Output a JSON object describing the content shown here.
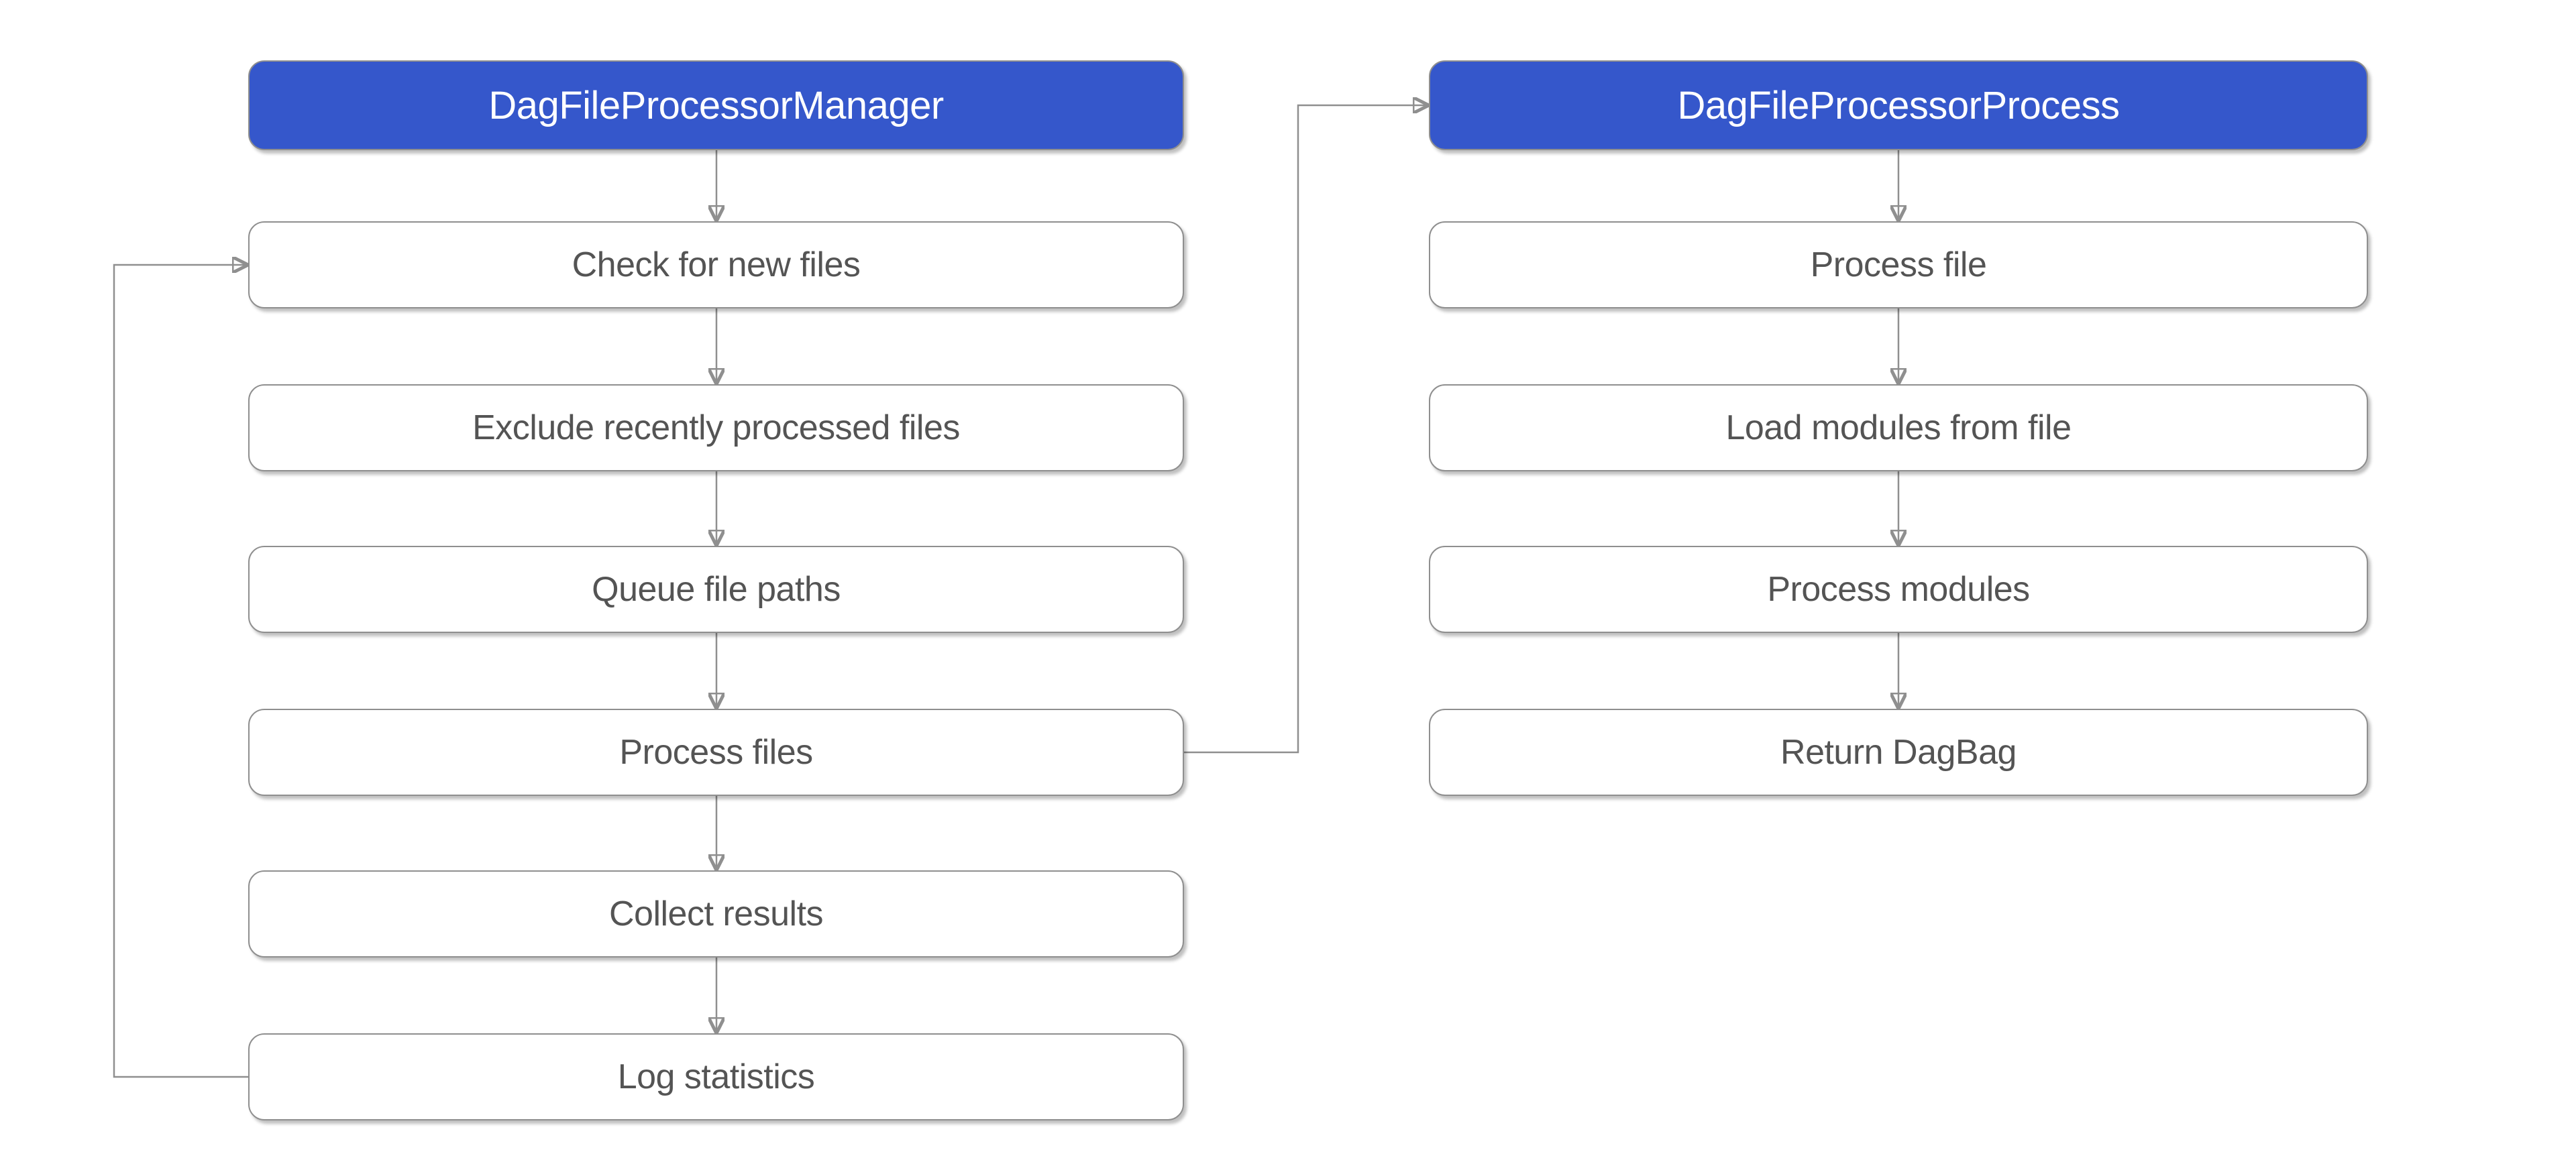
{
  "diagram": {
    "colors": {
      "accent": "#3557CB",
      "line": "#8F8F8F",
      "node_border": "#8F8F8F",
      "text": "#545454",
      "header_text": "#FFFFFF",
      "background": "#FFFFFF"
    },
    "manager": {
      "header": "DagFileProcessorManager",
      "steps": [
        "Check for new files",
        "Exclude recently processed files",
        "Queue file paths",
        "Process files",
        "Collect results",
        "Log statistics"
      ]
    },
    "processor": {
      "header": "DagFileProcessorProcess",
      "steps": [
        "Process file",
        "Load modules from file",
        "Process modules",
        "Return DagBag"
      ]
    },
    "connectors": [
      {
        "from": "DagFileProcessorManager",
        "to": "Check for new files",
        "style": "down-arrow"
      },
      {
        "from": "Check for new files",
        "to": "Exclude recently processed files",
        "style": "down-arrow"
      },
      {
        "from": "Exclude recently processed files",
        "to": "Queue file paths",
        "style": "down-arrow"
      },
      {
        "from": "Queue file paths",
        "to": "Process files",
        "style": "down-arrow"
      },
      {
        "from": "Process files",
        "to": "Collect results",
        "style": "down-arrow"
      },
      {
        "from": "Collect results",
        "to": "Log statistics",
        "style": "down-arrow"
      },
      {
        "from": "Log statistics",
        "to": "Check for new files",
        "style": "loop-back-left"
      },
      {
        "from": "Process files",
        "to": "DagFileProcessorProcess",
        "style": "elbow-right-up"
      },
      {
        "from": "DagFileProcessorProcess",
        "to": "Process file",
        "style": "down-arrow"
      },
      {
        "from": "Process file",
        "to": "Load modules from file",
        "style": "down-arrow"
      },
      {
        "from": "Load modules from file",
        "to": "Process modules",
        "style": "down-arrow"
      },
      {
        "from": "Process modules",
        "to": "Return DagBag",
        "style": "down-arrow"
      }
    ]
  }
}
